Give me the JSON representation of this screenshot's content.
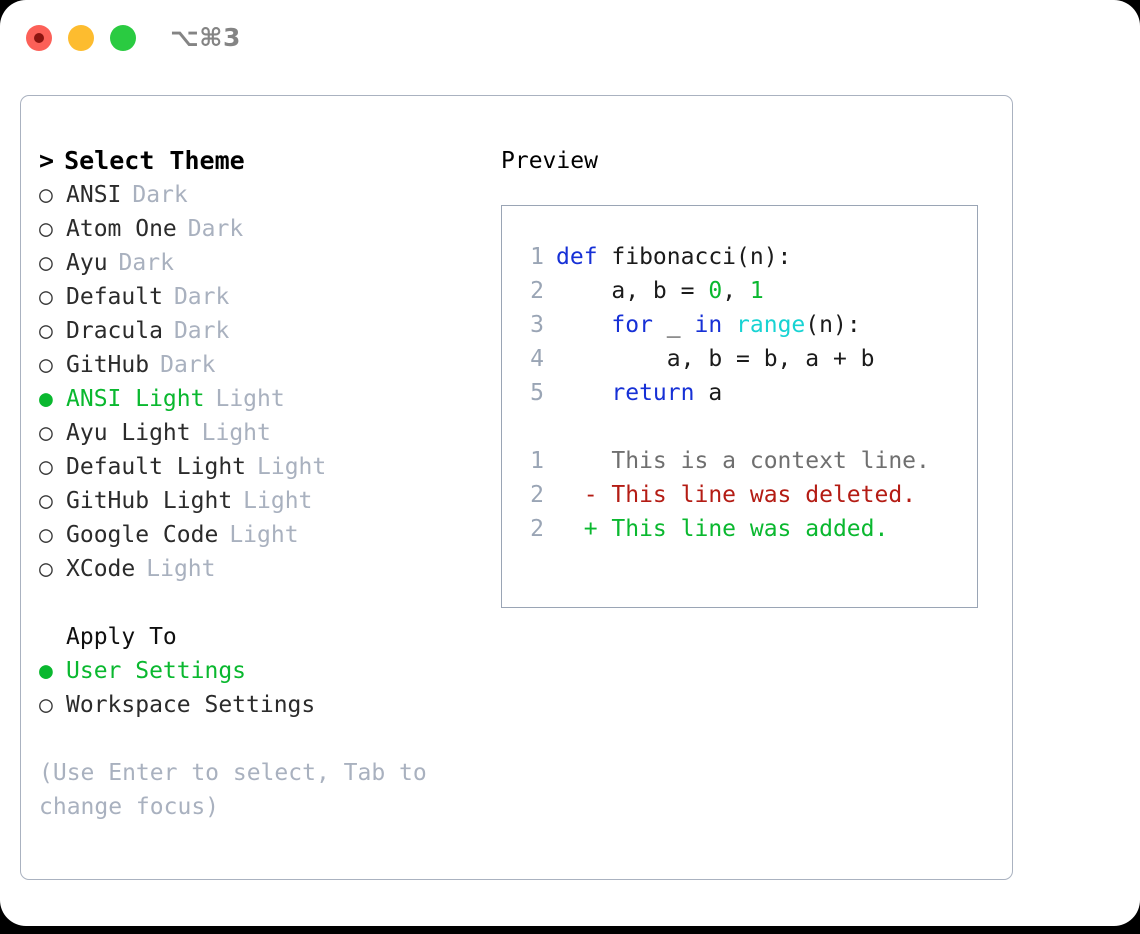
{
  "titlebar": {
    "shortcut": "⌥⌘3",
    "buttons": [
      {
        "name": "close-button",
        "color": "#fc6058"
      },
      {
        "name": "minimize-button",
        "color": "#fdbc2f"
      },
      {
        "name": "maximize-button",
        "color": "#2acb41"
      }
    ]
  },
  "theme_picker": {
    "caret": ">",
    "title": "Select Theme",
    "bullet_selected": "●",
    "bullet_unselected": "○",
    "items": [
      {
        "label": "ANSI",
        "kind": "Dark",
        "selected": false
      },
      {
        "label": "Atom One",
        "kind": "Dark",
        "selected": false
      },
      {
        "label": "Ayu",
        "kind": "Dark",
        "selected": false
      },
      {
        "label": "Default",
        "kind": "Dark",
        "selected": false
      },
      {
        "label": "Dracula",
        "kind": "Dark",
        "selected": false
      },
      {
        "label": "GitHub",
        "kind": "Dark",
        "selected": false
      },
      {
        "label": "ANSI Light",
        "kind": "Light",
        "selected": true
      },
      {
        "label": "Ayu Light",
        "kind": "Light",
        "selected": false
      },
      {
        "label": "Default Light",
        "kind": "Light",
        "selected": false
      },
      {
        "label": "GitHub Light",
        "kind": "Light",
        "selected": false
      },
      {
        "label": "Google Code",
        "kind": "Light",
        "selected": false
      },
      {
        "label": "XCode",
        "kind": "Light",
        "selected": false
      }
    ]
  },
  "apply_to": {
    "title": "Apply To",
    "items": [
      {
        "label": "User Settings",
        "selected": true
      },
      {
        "label": "Workspace Settings",
        "selected": false
      }
    ]
  },
  "hint": "(Use Enter to select, Tab to change focus)",
  "preview": {
    "title": "Preview",
    "code_lines": [
      {
        "no": "1",
        "tokens": [
          {
            "t": "def",
            "c": "kw"
          },
          {
            "t": " fibonacci(n):",
            "c": "plain"
          }
        ]
      },
      {
        "no": "2",
        "tokens": [
          {
            "t": "    a, b = ",
            "c": "plain"
          },
          {
            "t": "0",
            "c": "num"
          },
          {
            "t": ", ",
            "c": "plain"
          },
          {
            "t": "1",
            "c": "num"
          }
        ]
      },
      {
        "no": "3",
        "tokens": [
          {
            "t": "    ",
            "c": "plain"
          },
          {
            "t": "for",
            "c": "kw"
          },
          {
            "t": " _ ",
            "c": "plain"
          },
          {
            "t": "in",
            "c": "kw"
          },
          {
            "t": " ",
            "c": "plain"
          },
          {
            "t": "range",
            "c": "fn"
          },
          {
            "t": "(n):",
            "c": "plain"
          }
        ]
      },
      {
        "no": "4",
        "tokens": [
          {
            "t": "        a, b = b, a + b",
            "c": "plain"
          }
        ]
      },
      {
        "no": "5",
        "tokens": [
          {
            "t": "    ",
            "c": "plain"
          },
          {
            "t": "return",
            "c": "kw"
          },
          {
            "t": " a",
            "c": "plain"
          }
        ]
      }
    ],
    "diff_lines": [
      {
        "no": "1",
        "marker": " ",
        "text": "This is a context line.",
        "kind": "ctx"
      },
      {
        "no": "2",
        "marker": "-",
        "text": "This line was deleted.",
        "kind": "del"
      },
      {
        "no": "2",
        "marker": "+",
        "text": "This line was added.",
        "kind": "add"
      }
    ]
  },
  "colors": {
    "accent_green": "#0ab82f",
    "keyword_blue": "#1630d6",
    "function_cyan": "#17d3d3",
    "muted_gray": "#a9b1bf",
    "diff_delete_red": "#b41c14",
    "border": "#aab2c0"
  }
}
